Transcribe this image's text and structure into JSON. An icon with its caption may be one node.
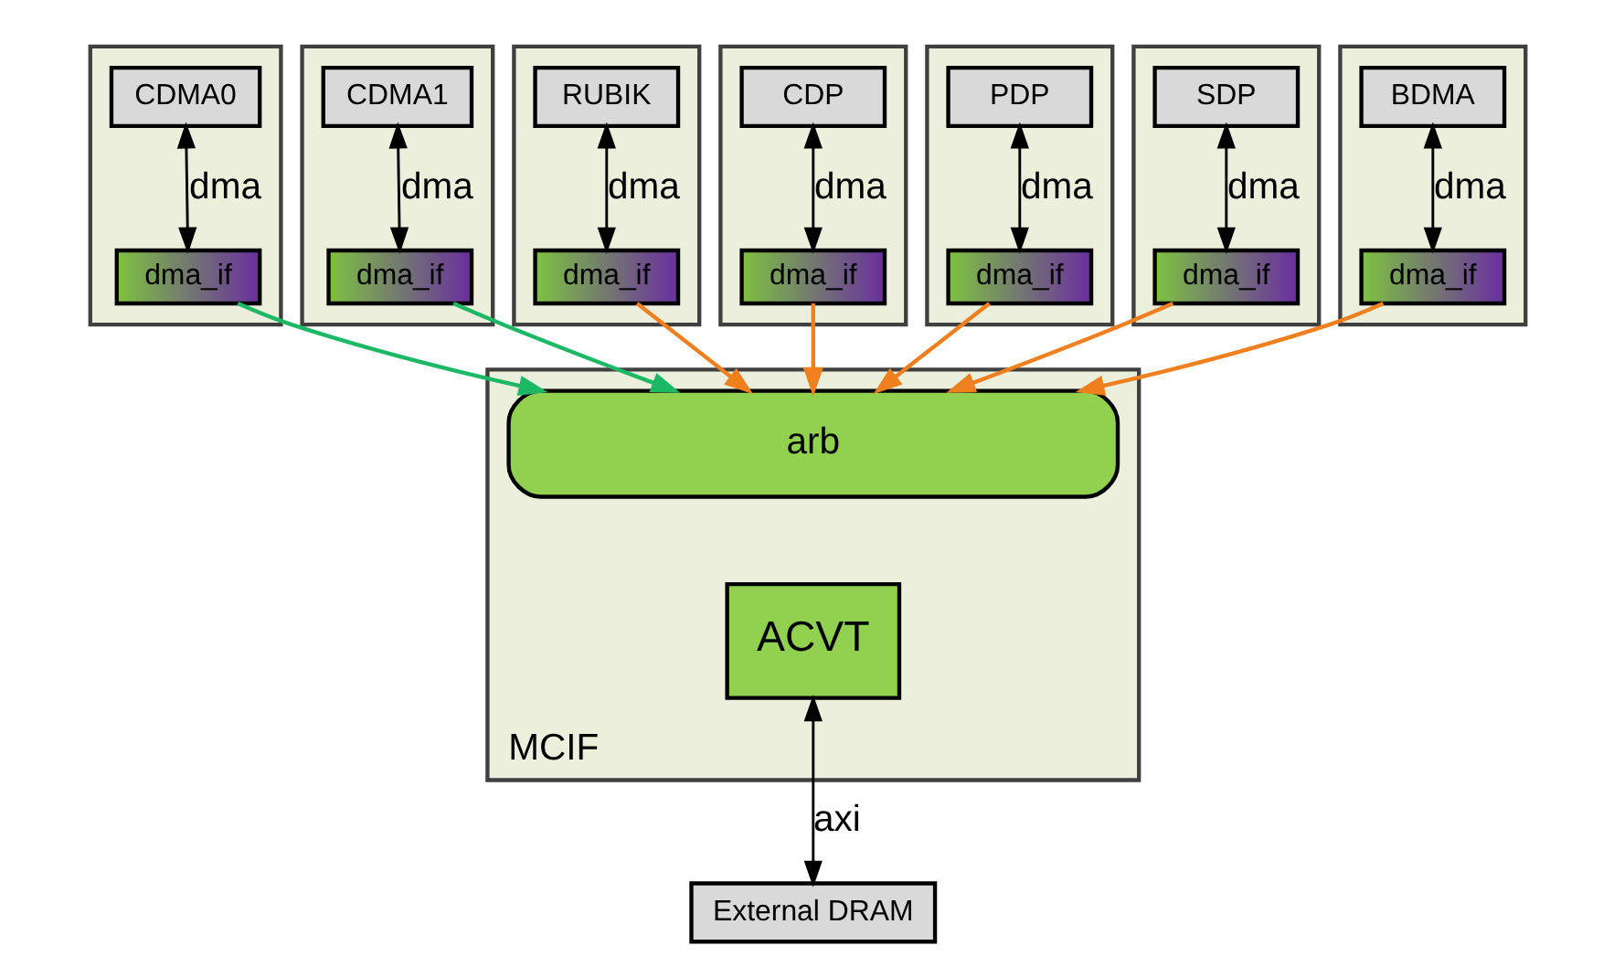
{
  "diagram": {
    "nodes": [
      {
        "text": [],
        "shape": "box"
      },
      {
        "text": [
          "CDMA0"
        ],
        "in": 0
      },
      {
        "text": [
          "dma_if"
        ],
        "in": 0
      },
      {
        "text": [],
        "shape": "box"
      },
      {
        "text": [
          "CDMA1"
        ],
        "in": 3
      },
      {
        "text": [
          "dma_if"
        ],
        "in": 3
      },
      {
        "text": [],
        "shape": "box"
      },
      {
        "text": [
          "RUBIK"
        ],
        "in": 6
      },
      {
        "text": [
          "dma_if"
        ],
        "in": 6
      },
      {
        "text": [],
        "shape": "box"
      },
      {
        "text": [
          "CDP"
        ],
        "in": 9
      },
      {
        "text": [
          "dma_if"
        ],
        "in": 9
      },
      {
        "text": [],
        "shape": "box"
      },
      {
        "text": [
          "PDP"
        ],
        "in": 12
      },
      {
        "text": [
          "dma_if"
        ],
        "in": 12
      },
      {
        "text": [],
        "shape": "box"
      },
      {
        "text": [
          "SDP"
        ],
        "in": 15
      },
      {
        "text": [
          "dma_if"
        ],
        "in": 15
      },
      {
        "text": [],
        "shape": "box"
      },
      {
        "text": [
          "BDMA"
        ],
        "in": 18
      },
      {
        "text": [
          "dma_if"
        ],
        "in": 18
      },
      {
        "text": [
          "MCIF"
        ]
      },
      {
        "text": [
          "arb"
        ],
        "in": 21
      },
      {
        "text": [
          "ACVT"
        ],
        "in": 21
      },
      {
        "text": [
          "External DRAM"
        ]
      }
    ],
    "edges": [
      {
        "from": 1,
        "to": 2,
        "arrow": "both",
        "label": "dma"
      },
      {
        "from": 4,
        "to": 5,
        "arrow": "both",
        "label": "dma"
      },
      {
        "from": 7,
        "to": 8,
        "arrow": "both",
        "label": "dma"
      },
      {
        "from": 10,
        "to": 11,
        "arrow": "both",
        "label": "dma"
      },
      {
        "from": 13,
        "to": 14,
        "arrow": "both",
        "label": "dma"
      },
      {
        "from": 16,
        "to": 17,
        "arrow": "both",
        "label": "dma"
      },
      {
        "from": 19,
        "to": 20,
        "arrow": "both",
        "label": "dma"
      },
      {
        "from": 2,
        "to": 22,
        "arrow": "to",
        "color": "#1db866"
      },
      {
        "from": 5,
        "to": 22,
        "arrow": "to",
        "color": "#1db866"
      },
      {
        "from": 8,
        "to": 22,
        "arrow": "to",
        "color": "#f07f1e"
      },
      {
        "from": 11,
        "to": 22,
        "arrow": "to",
        "color": "#f07f1e"
      },
      {
        "from": 14,
        "to": 22,
        "arrow": "to",
        "color": "#f07f1e"
      },
      {
        "from": 17,
        "to": 22,
        "arrow": "to",
        "color": "#f07f1e"
      },
      {
        "from": 20,
        "to": 22,
        "arrow": "to",
        "color": "#f07f1e"
      },
      {
        "from": 23,
        "to": 24,
        "arrow": "both",
        "label": "axi"
      }
    ]
  }
}
